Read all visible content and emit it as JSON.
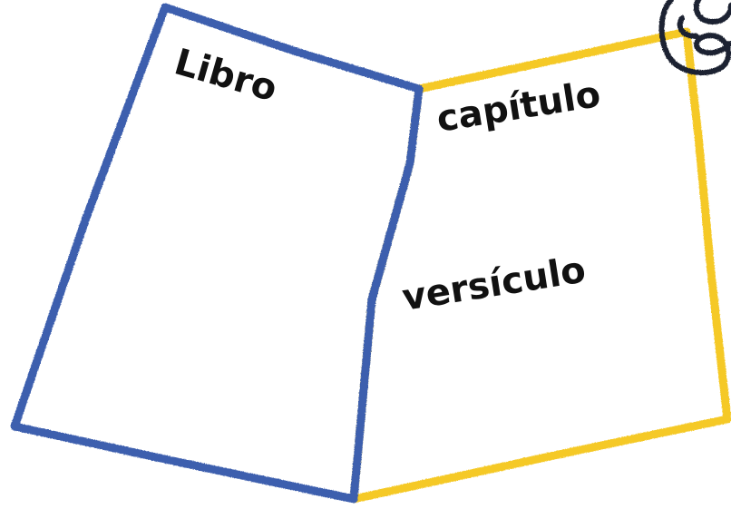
{
  "labels": {
    "libro": "Libro",
    "capitulo": "capítulo",
    "versiculo": "versículo"
  },
  "colors": {
    "left_page_outline": "#3d5fae",
    "right_page_outline": "#f5c928",
    "ring_outline": "#1f2430",
    "label_text": "#111111",
    "background": "#ffffff"
  },
  "icons": {
    "binding": "spiral-ring-icon"
  }
}
